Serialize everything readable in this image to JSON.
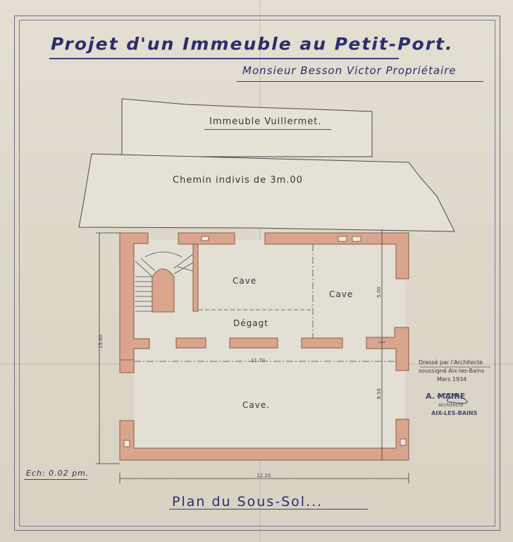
{
  "title": "Projet d'un Immeuble au Petit-Port.",
  "owner": "Monsieur Besson Victor Propriétaire",
  "labels": {
    "neighbor": "Immeuble Vuillermet.",
    "path": "Chemin indivis de 3m.00",
    "cave_top_left": "Cave",
    "cave_top_right": "Cave",
    "corridor": "Dégagt",
    "cave_bottom": "Cave."
  },
  "dimensions": {
    "total_width": "12.10",
    "total_depth": "15.60",
    "right_upper": "5.00",
    "right_lower": "8.50",
    "mid": "11.70"
  },
  "credit": {
    "line1": "Dressé par l'Architecte",
    "line2": "soussigné Aix-les-Bains",
    "date": "Mars 1934",
    "stamp_name": "A. MAIRE",
    "stamp_title": "Architecte",
    "stamp_city": "AIX-LES-BAINS"
  },
  "scale": "Ech: 0.02 pm.",
  "plan_title": "Plan du Sous-Sol...",
  "colors": {
    "wall_fill": "#d9a58c",
    "wall_stroke": "#8a5a48",
    "ink": "#2c2d6e",
    "paper": "#e1dccf"
  }
}
